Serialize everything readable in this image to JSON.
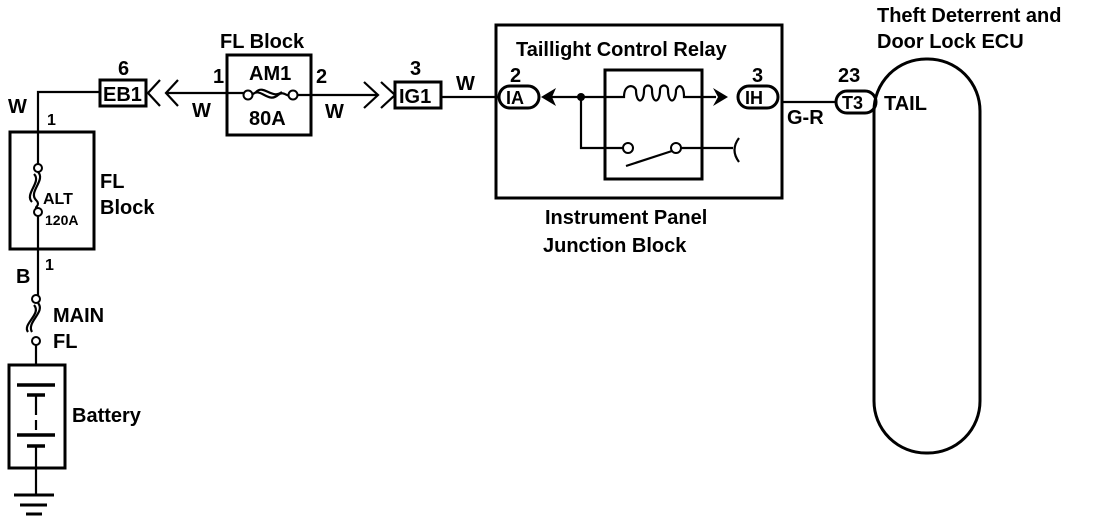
{
  "diagram": {
    "type": "wiring-diagram",
    "components": {
      "fl_block_top": {
        "title": "FL Block",
        "fuse_name": "AM1",
        "fuse_rating": "80A",
        "pin_in": "1",
        "pin_out": "2"
      },
      "fl_block_side": {
        "title_line1": "FL",
        "title_line2": "Block",
        "fuse_name": "ALT",
        "fuse_rating": "120A",
        "pin_top": "1",
        "pin_bottom": "1"
      },
      "main_fuse": {
        "line1": "MAIN",
        "line2": "FL"
      },
      "battery": {
        "label": "Battery"
      },
      "connector_eb1": {
        "label": "EB1",
        "pin": "6"
      },
      "connector_ig1": {
        "label": "IG1",
        "pin": "3"
      },
      "relay": {
        "title": "Taillight Control Relay",
        "pin_ia_label": "IA",
        "pin_ia_num": "2",
        "pin_ih_label": "IH",
        "pin_ih_num": "3"
      },
      "junction_block": {
        "line1": "Instrument Panel",
        "line2": "Junction Block"
      },
      "ecu": {
        "title_line1": "Theft Deterrent and",
        "title_line2": "Door Lock ECU",
        "pin_label": "T3",
        "pin_num": "23",
        "terminal": "TAIL"
      }
    },
    "wires": {
      "w_left_vertical": "W",
      "w_eb1_am1": "W",
      "w_am1_ig1": "W",
      "w_ig1_ia": "W",
      "b_alt_main": "B",
      "gr_ih_t3": "G-R"
    }
  }
}
